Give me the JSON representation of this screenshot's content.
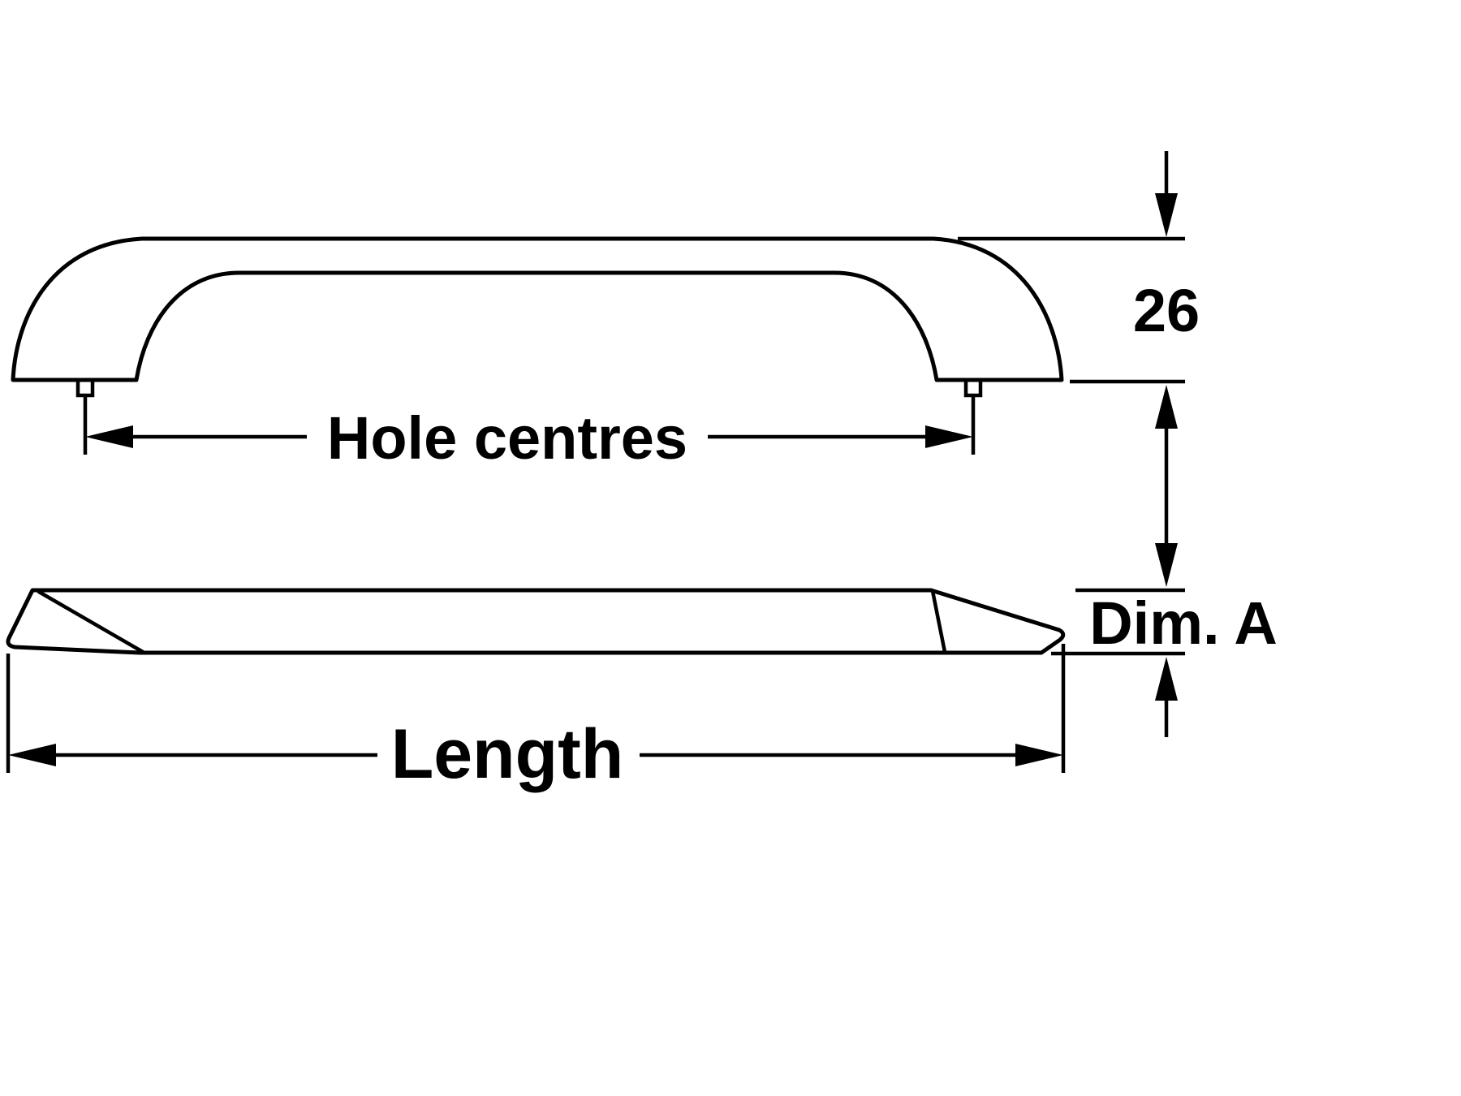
{
  "diagram": {
    "type": "technical-drawing",
    "subject": "cabinet-handle-dimension-diagram",
    "labels": {
      "hole_centres": "Hole centres",
      "height_mm": "26",
      "dim_a": "Dim. A",
      "length": "Length"
    },
    "colors": {
      "line": "#000000",
      "background": "#ffffff",
      "text": "#000000"
    }
  }
}
